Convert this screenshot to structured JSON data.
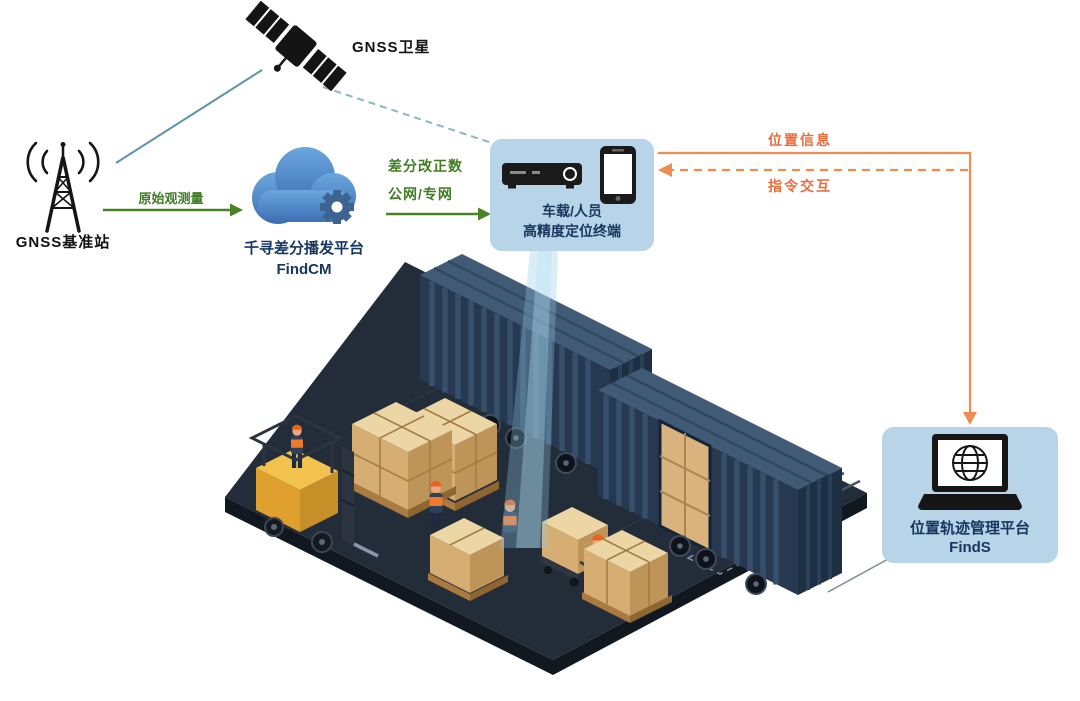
{
  "colors": {
    "bubble_blue": "#b8d4e8",
    "navy_text": "#16365f",
    "green_text": "#3f7d22",
    "green_arrow": "#4a8327",
    "orange_text": "#ed6a3a",
    "orange_line": "#ef8c52",
    "teal_line": "#5d93aa",
    "cloud_blue": "#4a80c4",
    "platform_dark": "#232c39",
    "container_navy": "#263950",
    "carton_tan": "#d6ae74"
  },
  "labels": {
    "satellite": "GNSS卫星",
    "base_station": "GNSS基准站",
    "cloud_line1": "千寻差分播发平台",
    "cloud_line2": "FindCM",
    "raw_obs": "原始观测量",
    "diff_line1": "差分改正数",
    "diff_line2": "公网/专网",
    "terminal_line1": "车载/人员",
    "terminal_line2": "高精度定位终端",
    "location_info": "位置信息",
    "command_interaction": "指令交互",
    "finds_line1": "位置轨迹管理平台",
    "finds_line2": "FindS"
  },
  "icons": {
    "satellite": "gnss-satellite-icon",
    "base_station": "radio-tower-icon",
    "cloud_platform": "cloud-gear-icon",
    "vehicle_terminal": "receiver-box-icon",
    "person_terminal": "smartphone-icon",
    "management_platform": "laptop-globe-icon"
  }
}
